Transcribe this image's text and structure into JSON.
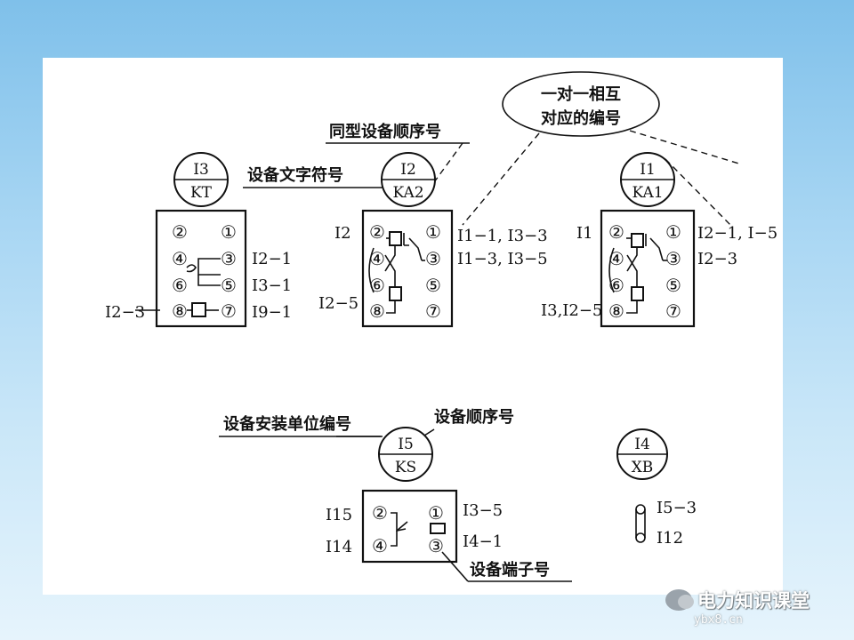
{
  "annotations": {
    "mutual_numbering": [
      "一对一相互",
      "对应的编号"
    ],
    "same_type_seq": "同型设备顺序号",
    "device_symbol": "设备文字符号",
    "install_unit_no": "设备安装单位编号",
    "device_seq": "设备顺序号",
    "terminal_no": "设备端子号"
  },
  "devices": {
    "kt": {
      "num": "I3",
      "sym": "KT"
    },
    "ka2": {
      "num": "I2",
      "sym": "KA2"
    },
    "ka1": {
      "num": "I1",
      "sym": "KA1"
    },
    "ks": {
      "num": "I5",
      "sym": "KS"
    },
    "xb": {
      "num": "I4",
      "sym": "XB"
    }
  },
  "terminals": [
    "②",
    "①",
    "④",
    "③",
    "⑥",
    "⑤",
    "⑧",
    "⑦"
  ],
  "kt_labels": {
    "r1": "I2−1",
    "r2": "I3−1",
    "r3": "I9−1",
    "l4": "I2−3"
  },
  "ka2_labels": {
    "l1": "I2",
    "r1": "I1−1, I3−3",
    "r2": "I1−3, I3−5",
    "l3": "I2−5"
  },
  "ka1_labels": {
    "l1": "I1",
    "r1": "I2−1, I−5",
    "r2": "I2−3",
    "l3": "I3,I2−5"
  },
  "ks_labels": {
    "l1": "I15",
    "l2": "I14",
    "r1": "I3−5",
    "r2": "I4−1"
  },
  "xb_labels": {
    "r1": "I5−3",
    "r2": "I12"
  },
  "watermark": {
    "name": "电力知识课堂",
    "site": "ybx8.cn"
  }
}
